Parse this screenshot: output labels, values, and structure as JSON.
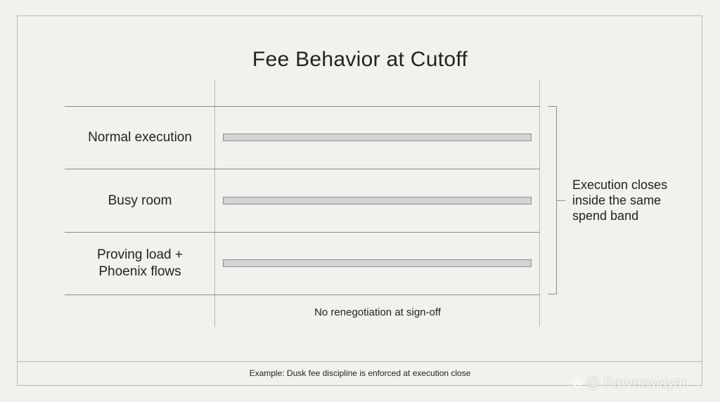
{
  "title": "Fee Behavior at Cutoff",
  "rows": [
    {
      "label_lines": [
        "Normal execution"
      ]
    },
    {
      "label_lines": [
        "Busy room"
      ]
    },
    {
      "label_lines": [
        "Proving load +",
        "Phoenix flows"
      ]
    }
  ],
  "bracket_annotation": {
    "lines": [
      "Execution closes",
      "inside the same",
      "spend band"
    ]
  },
  "bottom_note": "No renegotiation at sign-off",
  "footer_text": "Example: Dusk fee discipline is enforced at execution close",
  "watermark": {
    "icon": "diamond-logo-icon",
    "text": "@ ParvezMayar"
  },
  "colors": {
    "background": "#f2f1ed",
    "bar_fill": "#d3d4d3",
    "bar_stroke": "#8f908f",
    "rule_lines": "#8c8c8a",
    "text": "#222222"
  }
}
